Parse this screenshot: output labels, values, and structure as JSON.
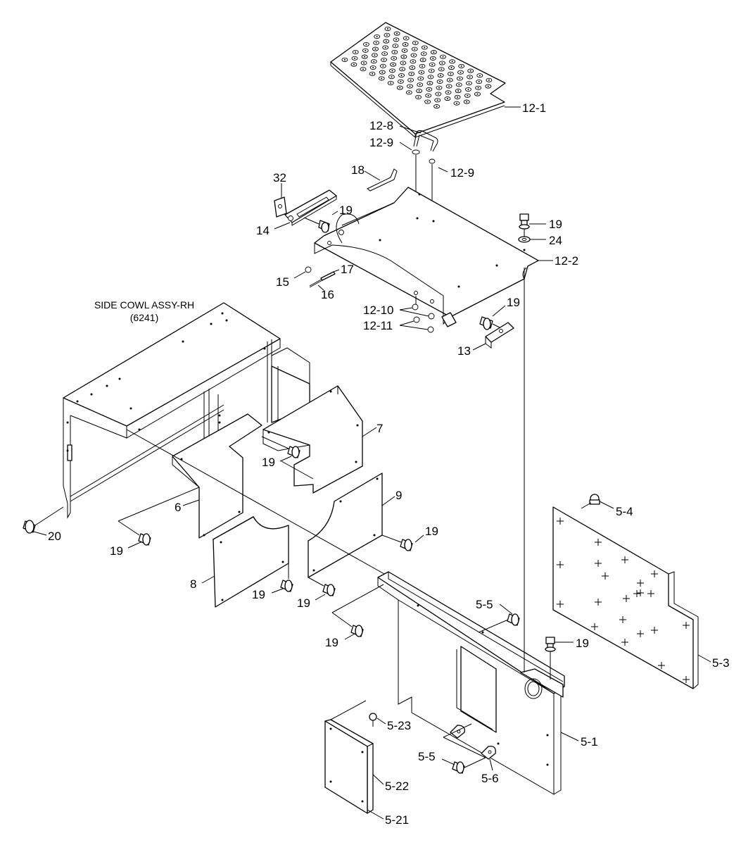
{
  "assembly": {
    "title": "SIDE COWL ASSY-RH",
    "code": "(6241)"
  },
  "labels": {
    "p12_1": "12-1",
    "p12_8": "12-8",
    "p12_9a": "12-9",
    "p12_9b": "12-9",
    "p18": "18",
    "p32": "32",
    "p19_a": "19",
    "p14": "14",
    "p19_b": "19",
    "p24": "24",
    "p12_2": "12-2",
    "p17": "17",
    "p15": "15",
    "p16": "16",
    "p19_c": "19",
    "p12_10": "12-10",
    "p12_11": "12-11",
    "p13": "13",
    "p7": "7",
    "p19_d": "19",
    "p6": "6",
    "p9": "9",
    "p5_4": "5-4",
    "p20": "20",
    "p19_e": "19",
    "p19_f": "19",
    "p8": "8",
    "p19_g": "19",
    "p19_h": "19",
    "p5_5a": "5-5",
    "p19_i": "19",
    "p19_j": "19",
    "p5_3": "5-3",
    "p5_23": "5-23",
    "p5_1": "5-1",
    "p5_5b": "5-5",
    "p5_6": "5-6",
    "p5_22": "5-22",
    "p5_21": "5-21"
  }
}
